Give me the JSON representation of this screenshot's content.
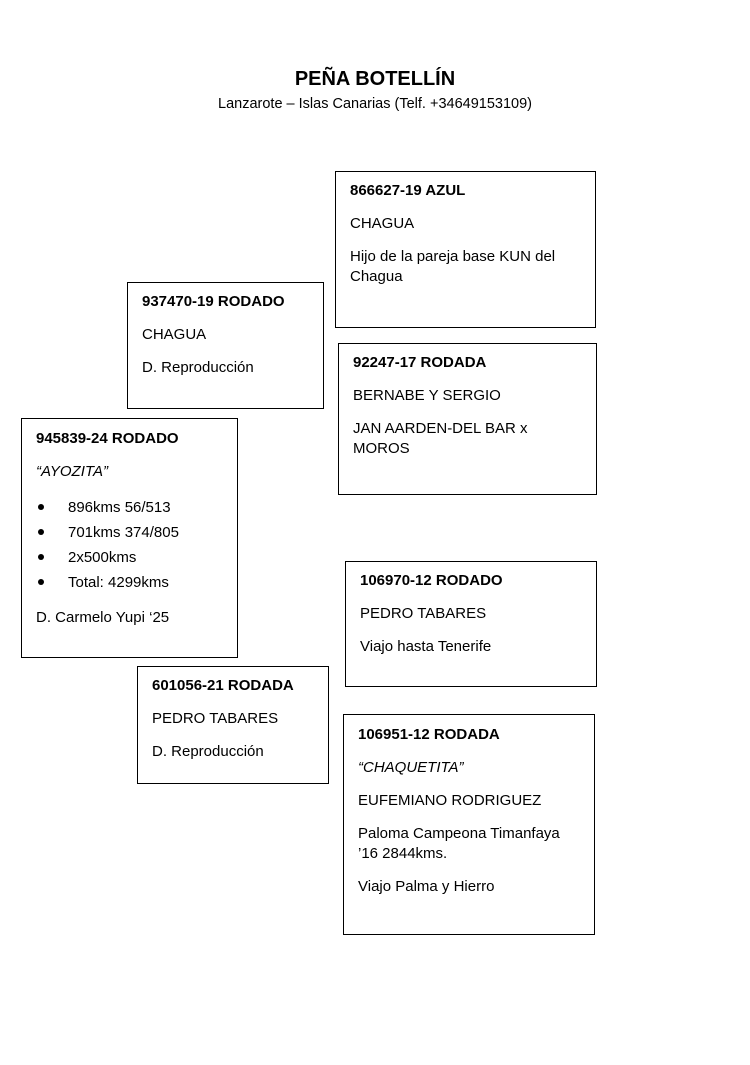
{
  "header": {
    "title": "PEÑA BOTELLÍN",
    "subtitle": "Lanzarote – Islas Canarias (Telf. +34649153109)"
  },
  "boxes": {
    "b866627": {
      "ring": "866627-19 AZUL",
      "owner": "CHAGUA",
      "note": "Hijo de la pareja base KUN del Chagua"
    },
    "b937470": {
      "ring": "937470-19 RODADO",
      "owner": "CHAGUA",
      "note": "D. Reproducción"
    },
    "b92247": {
      "ring": "92247-17 RODADA",
      "owner": "BERNABE Y SERGIO",
      "note": "JAN AARDEN-DEL BAR  x MOROS"
    },
    "b945839": {
      "ring": "945839-24 RODADO",
      "name": "“AYOZITA”",
      "results": [
        "896kms 56/513",
        "701kms 374/805",
        "2x500kms",
        "Total: 4299kms"
      ],
      "note": "D. Carmelo Yupi ‘25"
    },
    "b106970": {
      "ring": "106970-12 RODADO",
      "owner": "PEDRO TABARES",
      "note": "Viajo hasta Tenerife"
    },
    "b601056": {
      "ring": "601056-21 RODADA",
      "owner": "PEDRO TABARES",
      "note": "D. Reproducción"
    },
    "b106951": {
      "ring": "106951-12 RODADA",
      "name": "“CHAQUETITA”",
      "owner": "EUFEMIANO RODRIGUEZ",
      "achievement": "Paloma Campeona Timanfaya ’16 2844kms.",
      "note": "Viajo Palma y Hierro"
    }
  }
}
